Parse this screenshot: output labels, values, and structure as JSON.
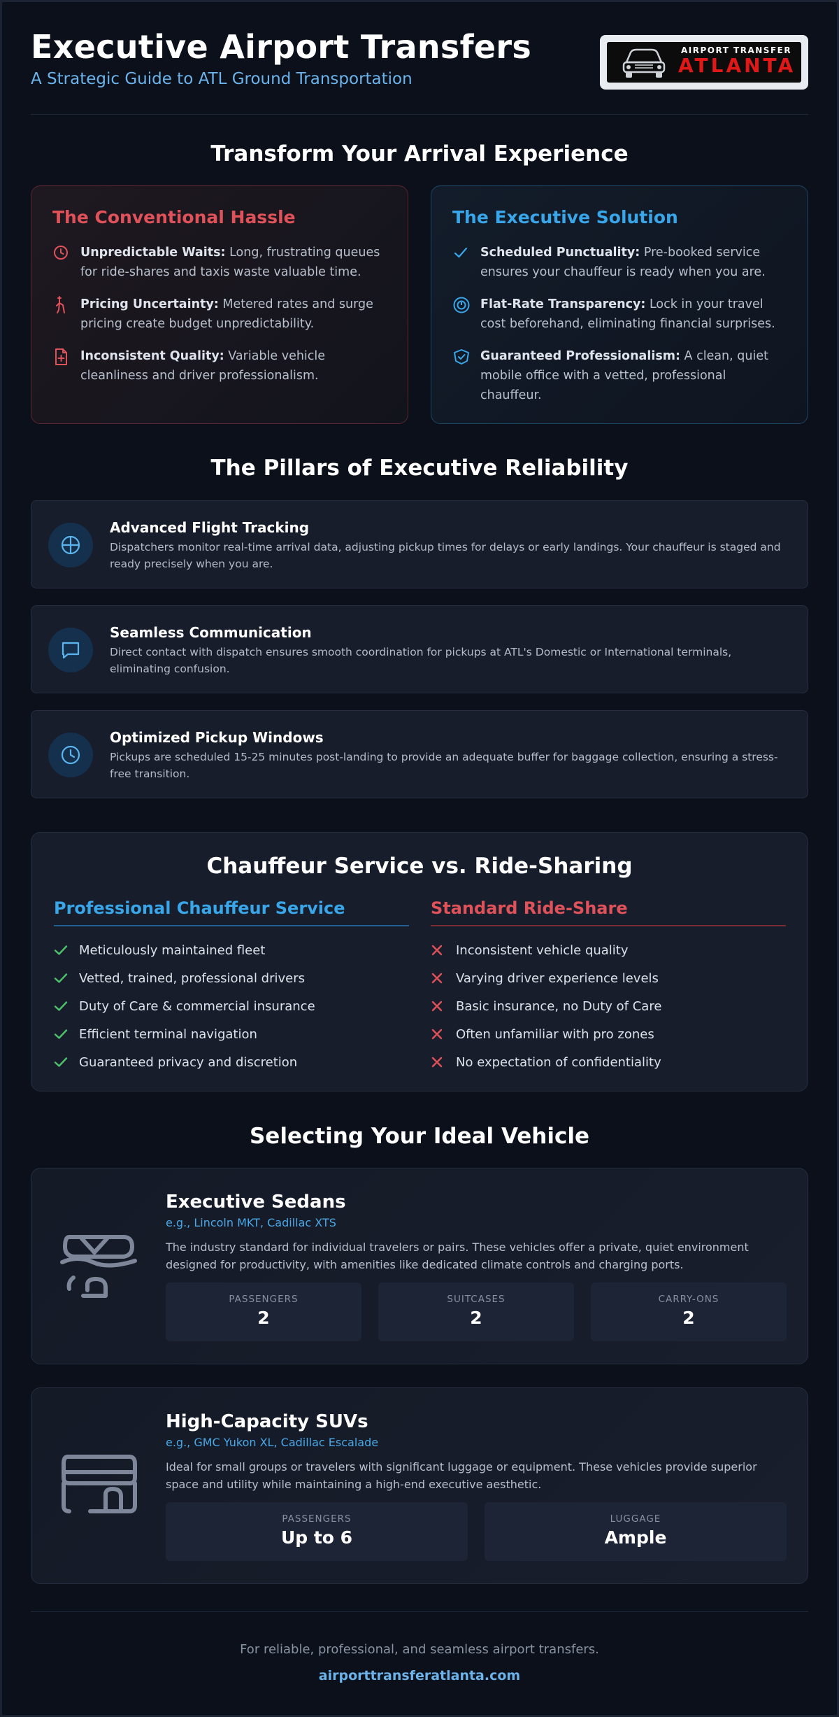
{
  "header": {
    "title": "Executive Airport Transfers",
    "subtitle": "A Strategic Guide to ATL Ground Transportation",
    "logo_top": "AIRPORT TRANSFER",
    "logo_main": "ATLANTA"
  },
  "transform": {
    "title": "Transform Your Arrival Experience",
    "hassle": {
      "title": "The Conventional Hassle",
      "points": [
        {
          "bold": "Unpredictable Waits:",
          "text": " Long, frustrating queues for ride-shares and taxis waste valuable time.",
          "icon": "clock-icon"
        },
        {
          "bold": "Pricing Uncertainty:",
          "text": " Metered rates and surge pricing create budget unpredictability.",
          "icon": "surge-price-icon"
        },
        {
          "bold": "Inconsistent Quality:",
          "text": " Variable vehicle cleanliness and driver professionalism.",
          "icon": "document-icon"
        }
      ]
    },
    "solution": {
      "title": "The Executive Solution",
      "points": [
        {
          "bold": "Scheduled Punctuality:",
          "text": " Pre-booked service ensures your chauffeur is ready when you are.",
          "icon": "check-icon"
        },
        {
          "bold": "Flat-Rate Transparency:",
          "text": " Lock in your travel cost beforehand, eliminating financial surprises.",
          "icon": "coin-icon"
        },
        {
          "bold": "Guaranteed Professionalism:",
          "text": " A clean, quiet mobile office with a vetted, professional chauffeur.",
          "icon": "shield-check-icon"
        }
      ]
    }
  },
  "pillars": {
    "title": "The Pillars of Executive Reliability",
    "items": [
      {
        "title": "Advanced Flight Tracking",
        "text": "Dispatchers monitor real-time arrival data, adjusting pickup times for delays or early landings. Your chauffeur is staged and ready precisely when you are.",
        "icon": "crosshair-icon"
      },
      {
        "title": "Seamless Communication",
        "text": "Direct contact with dispatch ensures smooth coordination for pickups at ATL's Domestic or International terminals, eliminating confusion.",
        "icon": "chat-icon"
      },
      {
        "title": "Optimized Pickup Windows",
        "text": "Pickups are scheduled 15-25 minutes post-landing to provide an adequate buffer for baggage collection, ensuring a stress-free transition.",
        "icon": "clock-icon"
      }
    ]
  },
  "comparison": {
    "title": "Chauffeur Service vs. Ride-Sharing",
    "left_title": "Professional Chauffeur Service",
    "right_title": "Standard Ride-Share",
    "left_items": [
      "Meticulously maintained fleet",
      "Vetted, trained, professional drivers",
      "Duty of Care & commercial insurance",
      "Efficient terminal navigation",
      "Guaranteed privacy and discretion"
    ],
    "right_items": [
      "Inconsistent vehicle quality",
      "Varying driver experience levels",
      "Basic insurance, no Duty of Care",
      "Often unfamiliar with pro zones",
      "No expectation of confidentiality"
    ]
  },
  "vehicles": {
    "title": "Selecting Your Ideal Vehicle",
    "items": [
      {
        "name": "Executive Sedans",
        "examples": "e.g., Lincoln MKT, Cadillac XTS",
        "description": "The industry standard for individual travelers or pairs. These vehicles offer a private, quiet environment designed for productivity, with amenities like dedicated climate controls and charging ports.",
        "stats": [
          {
            "label": "PASSENGERS",
            "value": "2"
          },
          {
            "label": "SUITCASES",
            "value": "2"
          },
          {
            "label": "CARRY-ONS",
            "value": "2"
          }
        ]
      },
      {
        "name": "High-Capacity SUVs",
        "examples": "e.g., GMC Yukon XL, Cadillac Escalade",
        "description": "Ideal for small groups or travelers with significant luggage or equipment. These vehicles provide superior space and utility while maintaining a high-end executive aesthetic.",
        "stats": [
          {
            "label": "PASSENGERS",
            "value": "Up to 6"
          },
          {
            "label": "LUGGAGE",
            "value": "Ample"
          }
        ]
      }
    ]
  },
  "footer": {
    "tagline": "For reliable, professional, and seamless airport transfers.",
    "website": "airporttransferatlanta.com"
  },
  "colors": {
    "background": "#0b101a",
    "accent_blue": "#38a6e8",
    "accent_red": "#e0525a",
    "check_green": "#4cc46a"
  }
}
